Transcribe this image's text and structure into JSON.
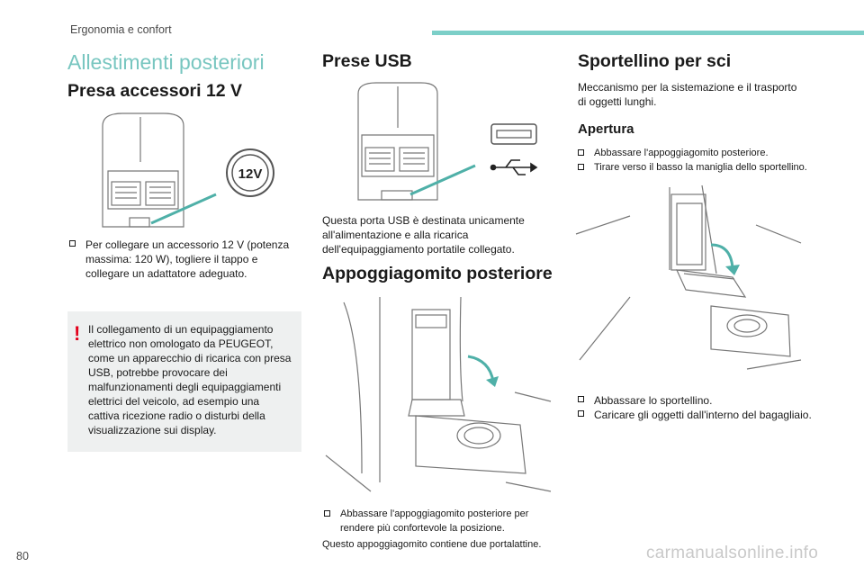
{
  "header": {
    "chapter": "Ergonomia e confort"
  },
  "left": {
    "section_title": "Allestimenti posteriori",
    "socket_title": "Presa accessori 12 V",
    "socket_badge": "12V",
    "socket_bullet": "Per collegare un accessorio 12 V (potenza massima: 120 W), togliere il tappo e collegare un adattatore adeguato.",
    "warning_mark": "!",
    "warning_text": "Il collegamento di un equipaggiamento elettrico non omologato da PEUGEOT, come un apparecchio di ricarica con presa USB, potrebbe provocare dei malfunzionamenti degli equipaggiamenti elettrici del veicolo, ad esempio una cattiva ricezione radio o disturbi della visualizzazione sui display."
  },
  "middle": {
    "usb_title": "Prese USB",
    "usb_text": "Questa porta USB è destinata unicamente all'alimentazione e alla ricarica dell'equipaggiamento portatile collegato.",
    "armrest_title": "Appoggiagomito posteriore",
    "armrest_bullet": "Abbassare l'appoggiagomito posteriore per rendere più confortevole la posizione.",
    "armrest_note": "Questo appoggiagomito contiene due portalattine."
  },
  "right": {
    "ski_title": "Sportellino per sci",
    "ski_intro": "Meccanismo per la sistemazione e il trasporto di oggetti lunghi.",
    "opening_title": "Apertura",
    "opening_steps": [
      "Abbassare l'appoggiagomito posteriore.",
      "Tirare verso il basso la maniglia dello sportellino."
    ],
    "after_steps": [
      "Abbassare lo sportellino.",
      "Caricare gli oggetti dall'interno del bagagliaio."
    ]
  },
  "footer": {
    "page_number": "80",
    "watermark": "carmanualsonline.info"
  },
  "colors": {
    "accent": "#78c6c0",
    "header_bar": "#7ccfc8",
    "warning": "#e3001b",
    "warning_bg": "#eef0f0"
  }
}
